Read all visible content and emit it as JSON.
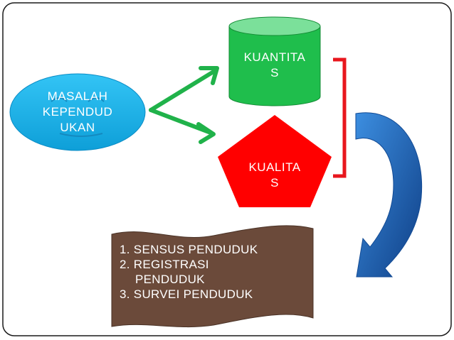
{
  "diagram": {
    "problem": {
      "line1": "MASALAH",
      "line2": "KEPENDUD",
      "line3": "UKAN"
    },
    "quantity": {
      "line1": "KUANTITA",
      "line2": "S"
    },
    "quality": {
      "line1": "KUALITA",
      "line2": "S"
    },
    "methods": [
      "1. SENSUS PENDUDUK",
      "2. REGISTRASI",
      "PENDUDUK",
      "3. SURVEI PENDUDUK"
    ]
  },
  "colors": {
    "frame": "#1a1a1a",
    "ellipse": "#1cb0e8",
    "cylinder": "#1fbe4c",
    "cylinder_top": "#7be09a",
    "pentagon": "#ff0000",
    "bracket": "#e8161d",
    "arrows": "#20b24a",
    "scroll": "#6b4a3a",
    "curved_arrow": "#1e5fb0"
  }
}
